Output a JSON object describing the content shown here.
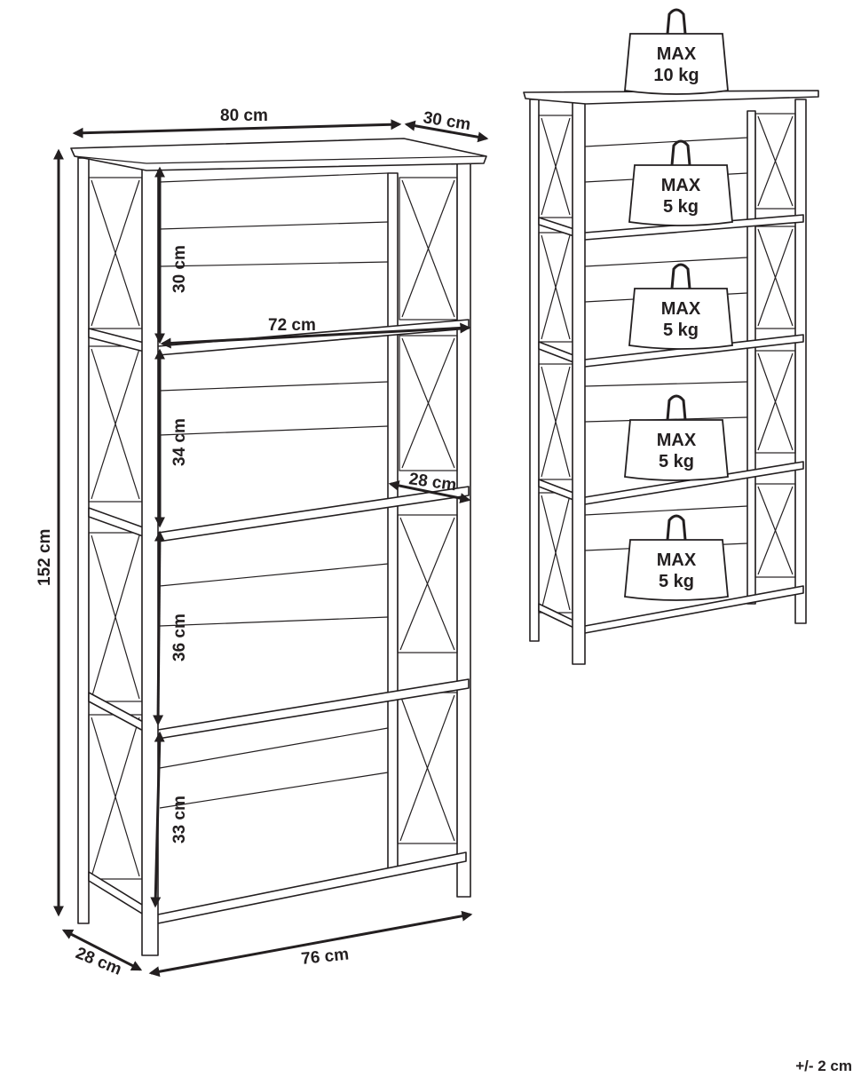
{
  "dimensions": {
    "top_width": "80 cm",
    "top_depth": "30 cm",
    "total_height": "152 cm",
    "shelf1_height": "30 cm",
    "inner_width": "72 cm",
    "shelf2_height": "34 cm",
    "shelf_depth": "28 cm",
    "shelf3_height": "36 cm",
    "shelf4_height": "33 cm",
    "base_depth": "28 cm",
    "base_width": "76 cm"
  },
  "weights": [
    {
      "line1": "MAX",
      "line2": "10 kg"
    },
    {
      "line1": "MAX",
      "line2": "5 kg"
    },
    {
      "line1": "MAX",
      "line2": "5 kg"
    },
    {
      "line1": "MAX",
      "line2": "5 kg"
    },
    {
      "line1": "MAX",
      "line2": "5 kg"
    }
  ],
  "tolerance": "+/- 2 cm"
}
